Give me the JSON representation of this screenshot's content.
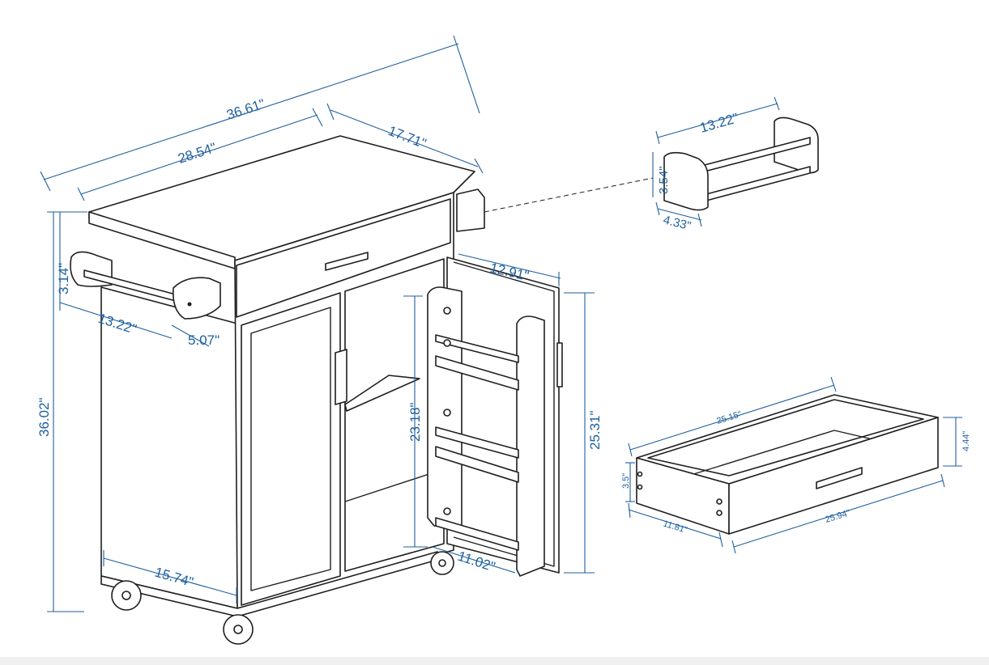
{
  "dimensions": {
    "overall_length": "36.61\"",
    "top_length": "28.54\"",
    "depth": "17.71\"",
    "towel_bar_width": "13.22\"",
    "towel_bar_height": "3.14\"",
    "towel_bar_depth": "5.07\"",
    "total_height": "36.02\"",
    "cabinet_width": "15.74\"",
    "door_width": "12.91\"",
    "door_height": "25.31\"",
    "rack_height": "23.18\"",
    "rack_width": "11.02\"",
    "spice_rack_width": "13.22\"",
    "spice_rack_height": "3.54\"",
    "spice_rack_depth": "4.33\"",
    "drawer_length": "25.15\"",
    "drawer_front_length": "25.94\"",
    "drawer_depth": "11.81\"",
    "drawer_height": "4.44\"",
    "drawer_inner_height": "3.5\""
  },
  "colors": {
    "dimension": "#1f5f9e",
    "outline": "#1e1e1e"
  }
}
